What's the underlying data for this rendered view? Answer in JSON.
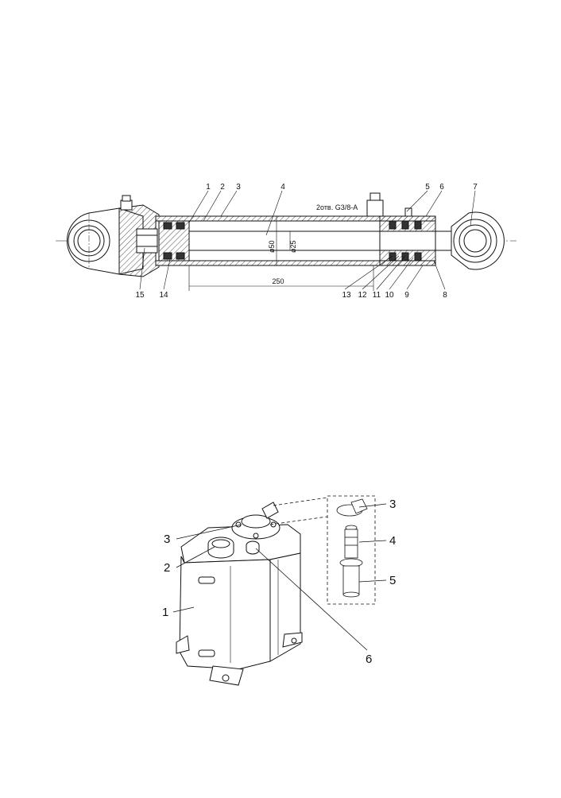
{
  "cylinder": {
    "callouts_top": [
      "1",
      "2",
      "3",
      "4",
      "5",
      "6",
      "7"
    ],
    "callouts_bottom": [
      "15",
      "14",
      "13",
      "12",
      "11",
      "10",
      "9",
      "8"
    ],
    "port_note": "2отв. G3/8-A",
    "dim_bore": "ø50",
    "dim_rod": "ø25",
    "dim_stroke": "250"
  },
  "tank": {
    "callouts": {
      "lid_left": "3",
      "cap": "2",
      "body": "1",
      "breather": "6",
      "lid_detail": "3",
      "filter": "4",
      "housing": "5"
    }
  }
}
